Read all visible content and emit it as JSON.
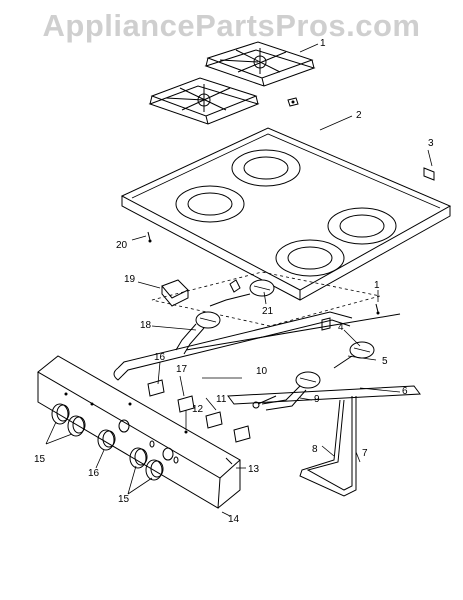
{
  "watermark": "AppliancePartsPros.com",
  "callouts": [
    {
      "id": "c1a",
      "text": "1"
    },
    {
      "id": "c2",
      "text": "2"
    },
    {
      "id": "c3",
      "text": "3"
    },
    {
      "id": "c20",
      "text": "20"
    },
    {
      "id": "c19",
      "text": "19"
    },
    {
      "id": "c1b",
      "text": "1"
    },
    {
      "id": "c21",
      "text": "21"
    },
    {
      "id": "c18",
      "text": "18"
    },
    {
      "id": "c4",
      "text": "4"
    },
    {
      "id": "c5",
      "text": "5"
    },
    {
      "id": "c16a",
      "text": "16"
    },
    {
      "id": "c17",
      "text": "17"
    },
    {
      "id": "c10",
      "text": "10"
    },
    {
      "id": "c6",
      "text": "6"
    },
    {
      "id": "c11",
      "text": "11"
    },
    {
      "id": "c9",
      "text": "9"
    },
    {
      "id": "c12",
      "text": "12"
    },
    {
      "id": "c15a",
      "text": "15"
    },
    {
      "id": "c16b",
      "text": "16"
    },
    {
      "id": "c8",
      "text": "8"
    },
    {
      "id": "c7",
      "text": "7"
    },
    {
      "id": "c13",
      "text": "13"
    },
    {
      "id": "c15b",
      "text": "15"
    },
    {
      "id": "c14",
      "text": "14"
    }
  ]
}
